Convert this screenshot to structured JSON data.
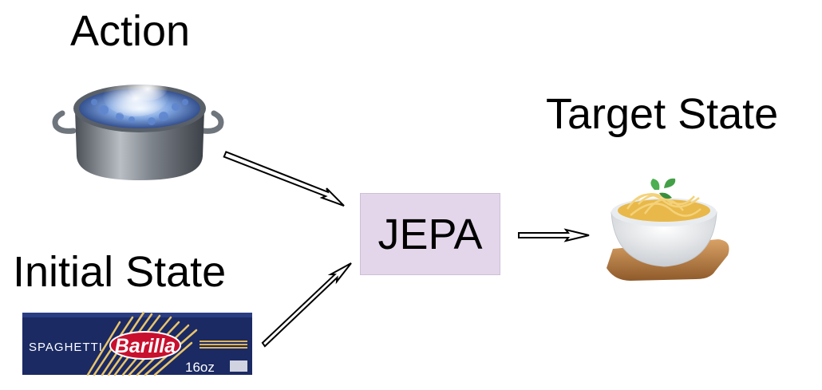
{
  "labels": {
    "action": "Action",
    "target_state": "Target State",
    "initial_state": "Initial State"
  },
  "node": {
    "jepa": "JEPA"
  },
  "pasta_box": {
    "product": "SPAGHETTI",
    "brand": "Barilla",
    "weight": "16oz"
  },
  "icons": {
    "action": "boiling-pot-icon",
    "target": "spaghetti-bowl-icon",
    "initial": "spaghetti-box-icon"
  },
  "colors": {
    "jepa_fill": "#e3d6ea",
    "box_blue": "#1b2a63",
    "brand_red": "#c8102e"
  }
}
